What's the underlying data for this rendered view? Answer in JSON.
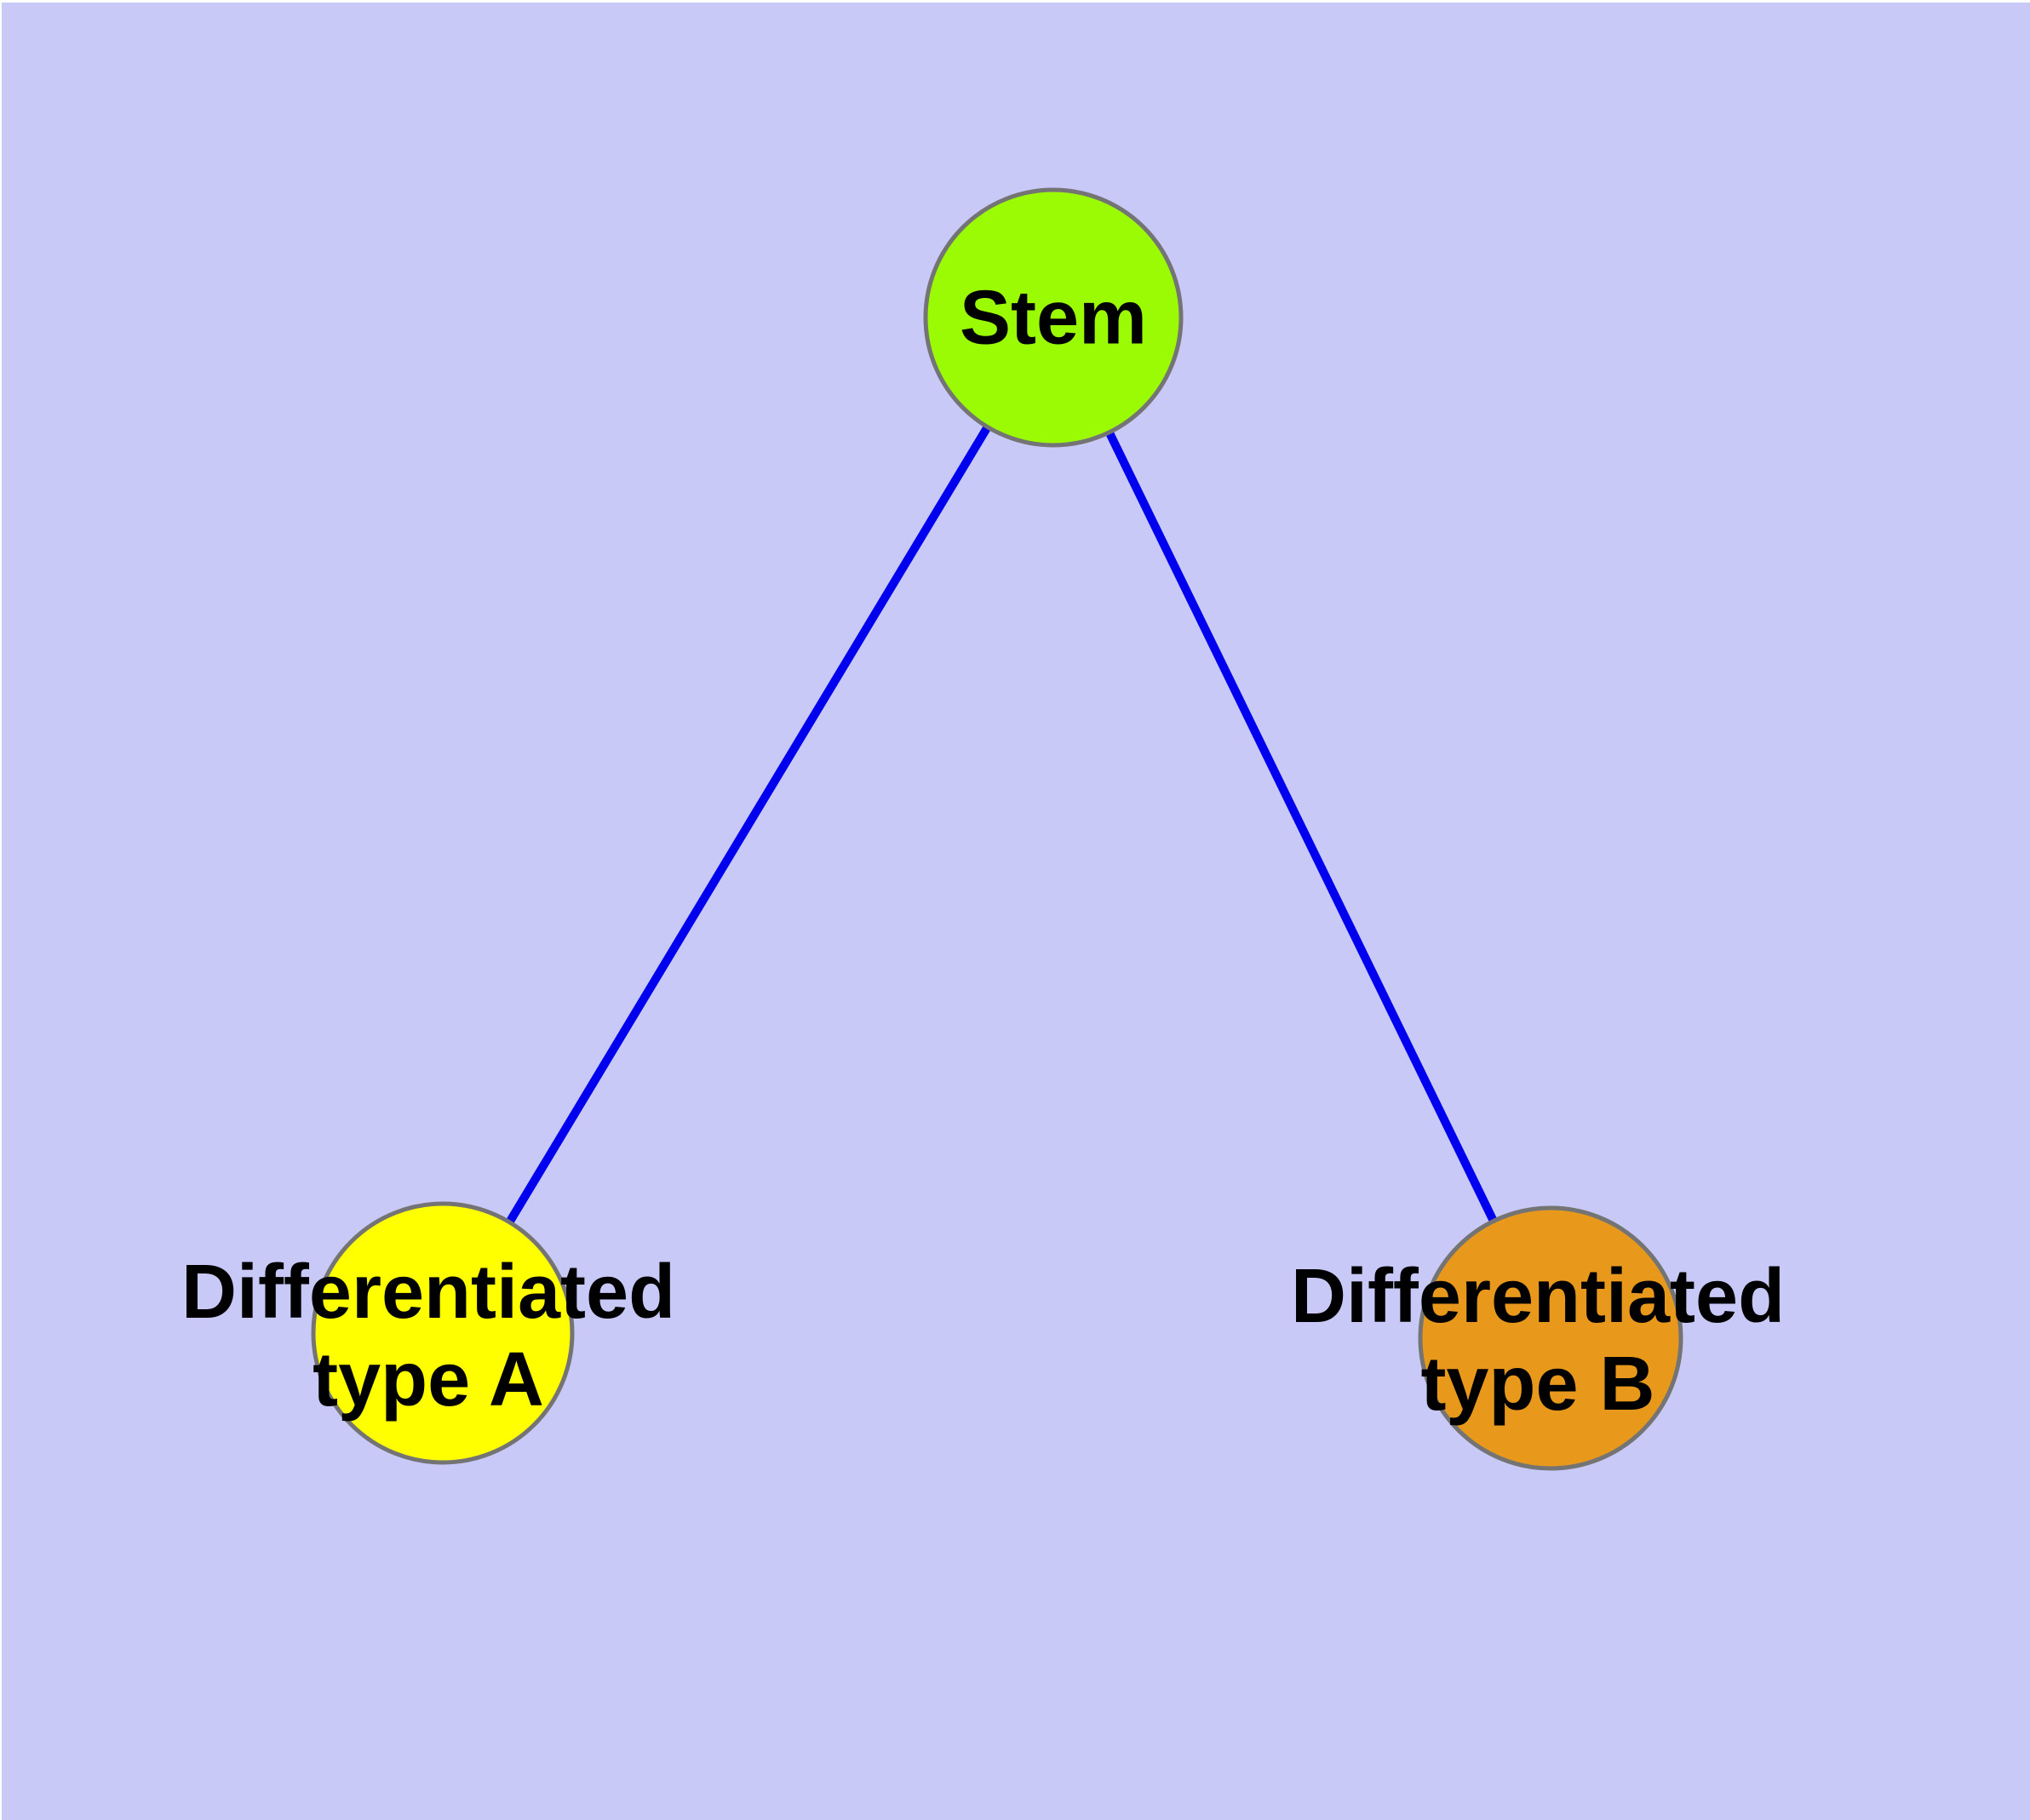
{
  "diagram": {
    "type": "node-link-tree",
    "background_color": "#C9C9F8",
    "edge_color": "#0000EE",
    "node_border_color": "#747474",
    "label_color": "#000000",
    "nodes": {
      "stem": {
        "label": "Stem",
        "color": "#9BFB05"
      },
      "type_a": {
        "label_line1": "Differentiated",
        "label_line2": "type A",
        "color": "#FFFF00"
      },
      "type_b": {
        "label_line1": "Differentiated",
        "label_line2": "type B",
        "color": "#E8991C"
      }
    },
    "edges": [
      {
        "from": "Stem",
        "to": "Differentiated type A"
      },
      {
        "from": "Stem",
        "to": "Differentiated type B"
      }
    ]
  }
}
